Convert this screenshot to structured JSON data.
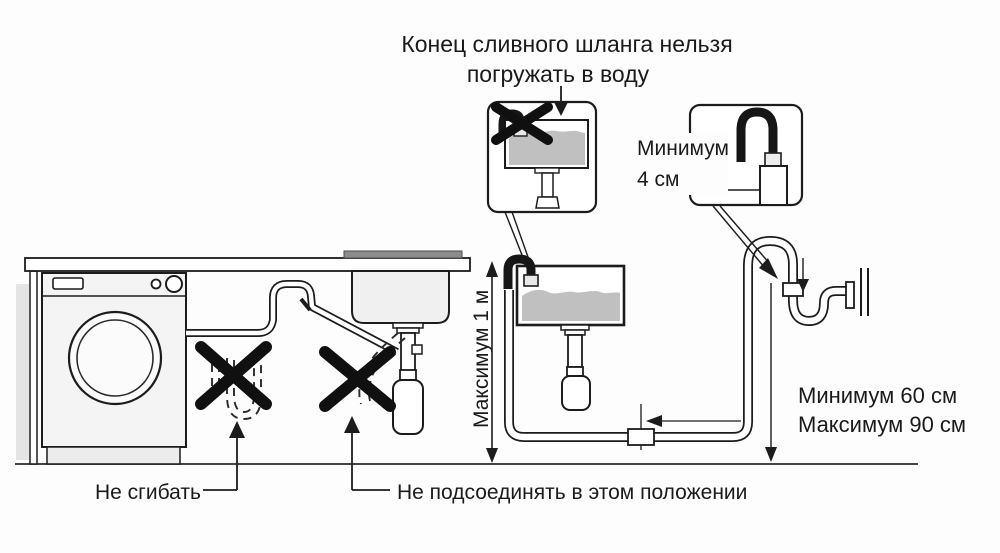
{
  "diagram": {
    "subject": "washing-machine-drain-hose-installation",
    "language": "ru"
  },
  "title": {
    "line1": "Конец сливного шланга нельзя",
    "line2": "погружать в воду"
  },
  "labels": {
    "min_gap_line1": "Минимум",
    "min_gap_line2": "4 см",
    "max_hose_height": "Максимум 1 м",
    "drain_min": "Минимум 60 см",
    "drain_max": "Максимум 90 см",
    "do_not_bend": "Не сгибать",
    "do_not_connect": "Не подсоединять в этом положении"
  },
  "colors": {
    "line": "#1c1c1c",
    "water": "#c0c0c0",
    "counter_rim": "#8d8d8d",
    "machine_fill": "#f4f4f4",
    "background": "#fdfdfd"
  }
}
